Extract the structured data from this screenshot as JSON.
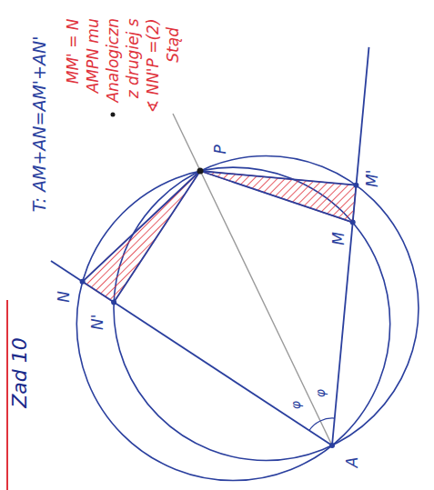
{
  "diagram": {
    "labels": [
      "Zad 10",
      "T: AM+AN=AM'+AN'",
      "MM' = N",
      "AMPN mu",
      "Analogiczn",
      "z drugiej s",
      "∢ NN'P =(2)",
      "Stąd",
      "N",
      "N'",
      "P",
      "M",
      "M'",
      "A",
      "φ",
      "φ"
    ]
  }
}
